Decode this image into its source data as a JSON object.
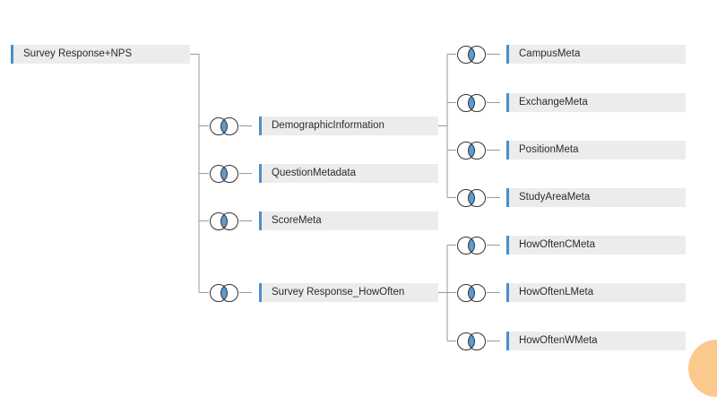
{
  "colors": {
    "accent_bar": "#4a8fc9",
    "table_bg": "#ececec",
    "connector": "#9a9a9a",
    "join_fill": "#5b9bd5",
    "corner_accent": "#fbc98d"
  },
  "join_icon": "inner-join-icon",
  "tables": {
    "root": "Survey Response+NPS",
    "demographic": "DemographicInformation",
    "question_metadata": "QuestionMetadata",
    "score_meta": "ScoreMeta",
    "survey_howoften": "Survey Response_HowOften",
    "campus_meta": "CampusMeta",
    "exchange_meta": "ExchangeMeta",
    "position_meta": "PositionMeta",
    "study_area_meta": "StudyAreaMeta",
    "howoften_c_meta": "HowOftenCMeta",
    "howoften_l_meta": "HowOftenLMeta",
    "howoften_w_meta": "HowOftenWMeta"
  }
}
